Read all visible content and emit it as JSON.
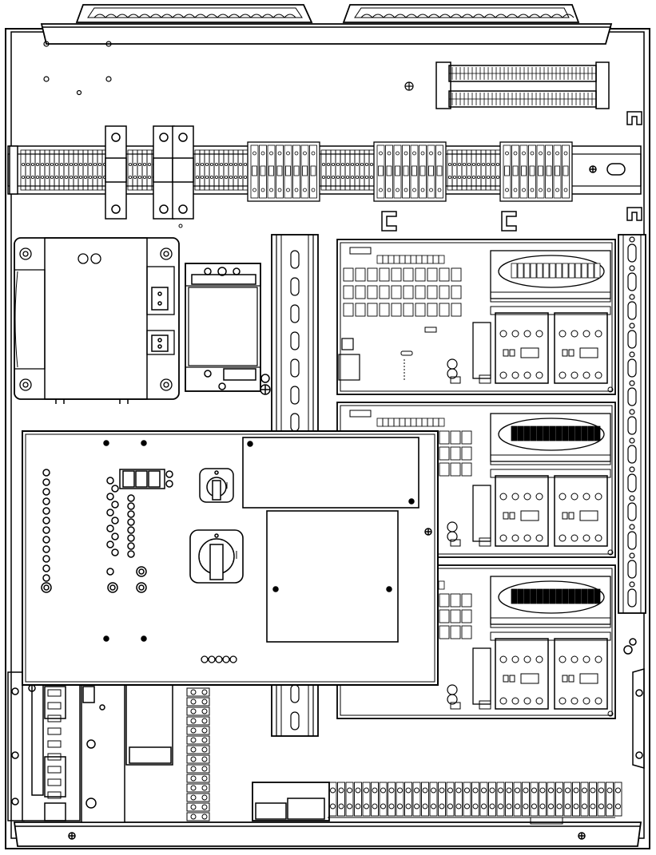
{
  "diagram": {
    "type": "electrical-cabinet-layout",
    "line_color": "#000000",
    "background_color": "#ffffff",
    "components": {
      "top_handles": [
        "handle-left",
        "handle-right"
      ],
      "top_right_terminal_block": "terminal-strip",
      "main_din_rail": {
        "terminal_groups": 9,
        "fuse_holders": 3
      },
      "transformer": "transformer",
      "power_supply": "power-supply",
      "vertical_din_rails": 2,
      "motor_starter_modules": 3,
      "door_panel": {
        "indicator_lights": 12,
        "selector_switches": 2,
        "push_buttons": 3,
        "covers": 2
      },
      "bottom_terminal_strip": "terminal-strip",
      "lower_left_modules": 4
    }
  }
}
